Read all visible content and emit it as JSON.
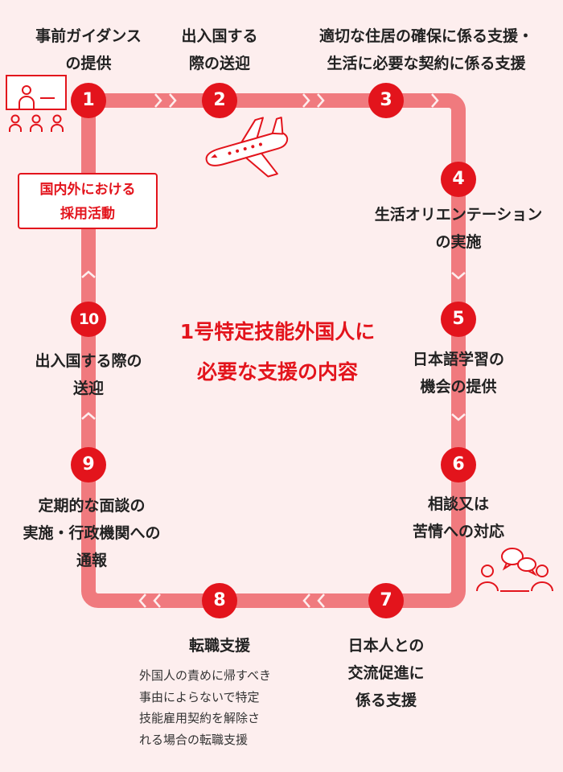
{
  "steps": [
    {
      "num": "1",
      "lines": [
        "事前ガイダンス",
        "の提供"
      ]
    },
    {
      "num": "2",
      "lines": [
        "出入国する",
        "際の送迎"
      ]
    },
    {
      "num": "3",
      "lines": [
        "適切な住居の確保に係る支援・",
        "生活に必要な契約に係る支援"
      ]
    },
    {
      "num": "4",
      "lines": [
        "生活オリエンテーション",
        "の実施"
      ]
    },
    {
      "num": "5",
      "lines": [
        "日本語学習の",
        "機会の提供"
      ]
    },
    {
      "num": "6",
      "lines": [
        "相談又は",
        "苦情への対応"
      ]
    },
    {
      "num": "7",
      "lines": [
        "日本人との",
        "交流促進に",
        "係る支援"
      ]
    },
    {
      "num": "8",
      "lines": [
        "転職支援"
      ],
      "description": [
        "外国人の責めに帰すべき",
        "事由によらないで特定",
        "技能雇用契約を解除さ",
        "れる場合の転職支援"
      ]
    },
    {
      "num": "9",
      "lines": [
        "定期的な面談の",
        "実施・行政機関への",
        "通報"
      ]
    },
    {
      "num": "10",
      "lines": [
        "出入国する際の",
        "送迎"
      ]
    }
  ],
  "recruitment": [
    "国内外における",
    "採用活動"
  ],
  "center_title": [
    "1号特定技能外国人に",
    "必要な支援の内容"
  ],
  "colors": {
    "accent": "#e3141c",
    "track": "#f07a7e",
    "background": "#fdeeee"
  },
  "icons": [
    "seminar-icon",
    "airplane-icon",
    "consultation-icon"
  ]
}
